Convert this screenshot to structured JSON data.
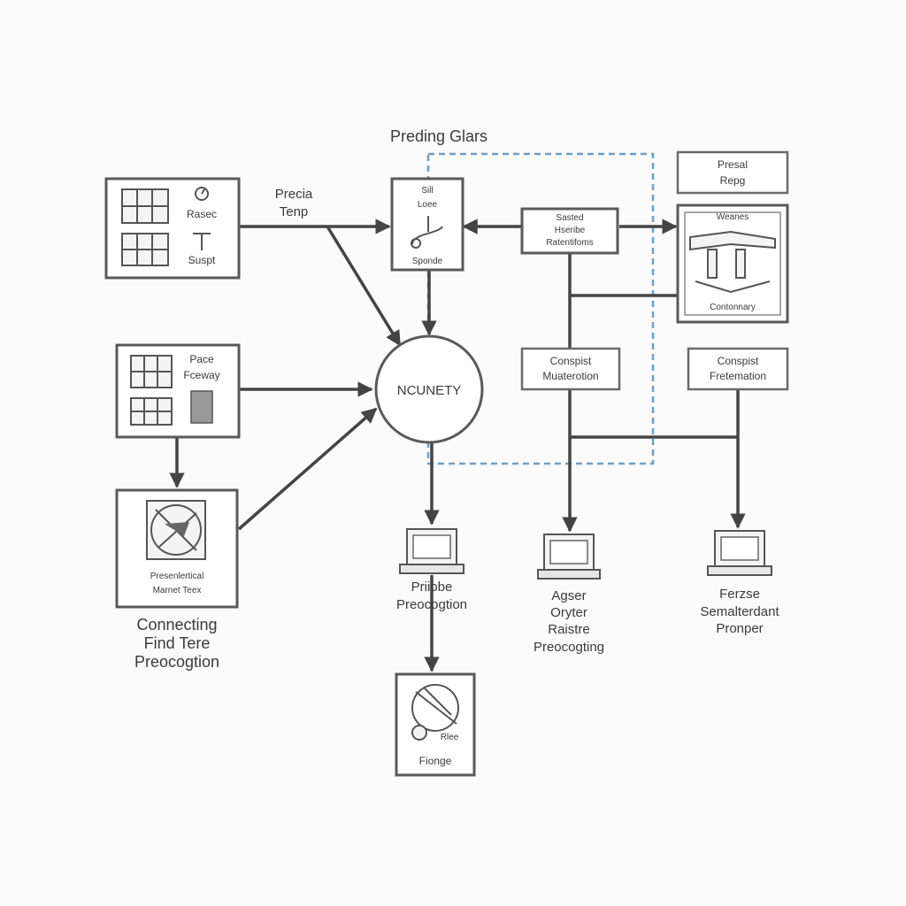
{
  "labels": {
    "top_title": "Preding Glars",
    "left_edge_1": "Precia",
    "left_edge_2": "Tenp",
    "center": "NCUNETY",
    "bottom_left_1": "Connecting",
    "bottom_left_2": "Find Tere",
    "bottom_left_3": "Preocogtion"
  },
  "nodes": {
    "box_a": {
      "line1": "Rasec",
      "line2": "Suspt"
    },
    "box_b": {
      "line1": "Sill",
      "line2": "Loee",
      "line3": "Sponde"
    },
    "box_c": {
      "line1": "Sasted",
      "line2": "Hseribe",
      "line3": "Ratentifoms"
    },
    "box_d": {
      "line1": "Presal",
      "line2": "Repg"
    },
    "box_e": {
      "title": "Weanes",
      "caption": "Contonnary"
    },
    "box_f": {
      "line1": "Pace",
      "line2": "Fceway"
    },
    "box_g": {
      "line1": "Conspist",
      "line2": "Muaterotion"
    },
    "box_h": {
      "line1": "Conspist",
      "line2": "Fretemation"
    },
    "box_i": {
      "line1": "Presenlertical",
      "line2": "Marnet Teex"
    },
    "box_j": {
      "line1": "Rlee",
      "line2": "Fionge"
    }
  },
  "terminals": {
    "t1": {
      "line1": "Priiobe",
      "line2": "Preocogtion"
    },
    "t2": {
      "line1": "Agser",
      "line2": "Oryter",
      "line3": "Raistre",
      "line4": "Preocogting"
    },
    "t3": {
      "line1": "Ferzse",
      "line2": "Semalterdant",
      "line3": "Pronper"
    }
  }
}
